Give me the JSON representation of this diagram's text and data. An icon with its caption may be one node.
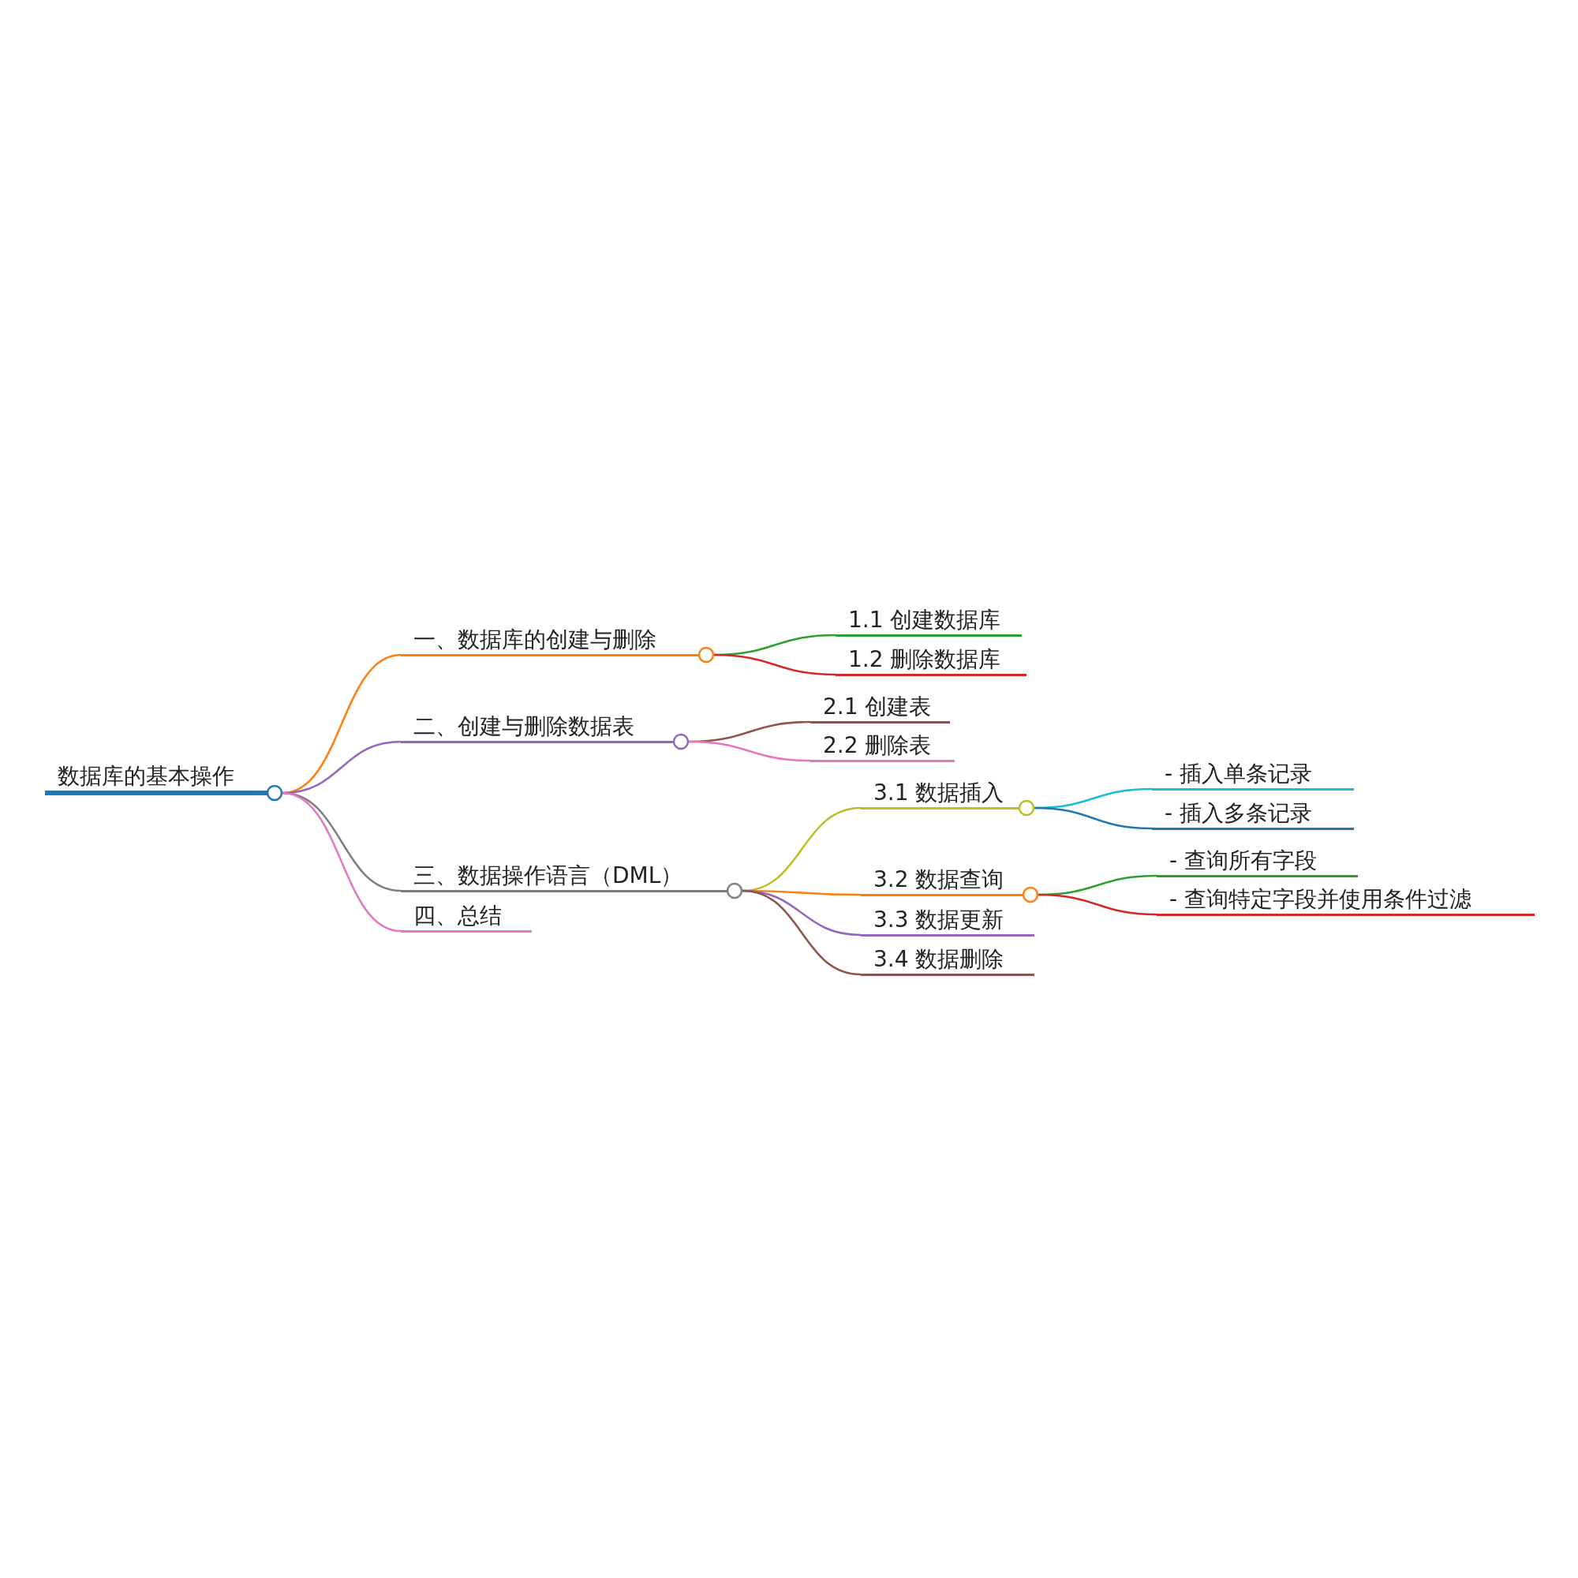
{
  "diagram": {
    "nodes": [
      {
        "text": [
          "数据库的基本操作"
        ]
      },
      {
        "text": [
          "一、数据库的创建与删除"
        ]
      },
      {
        "text": [
          "1.1 创建数据库"
        ]
      },
      {
        "text": [
          "1.2 删除数据库"
        ]
      },
      {
        "text": [
          "二、创建与删除数据表"
        ]
      },
      {
        "text": [
          "2.1 创建表"
        ]
      },
      {
        "text": [
          "2.2 删除表"
        ]
      },
      {
        "text": [
          "三、数据操作语言（DML）"
        ]
      },
      {
        "text": [
          "3.1 数据插入"
        ]
      },
      {
        "text": [
          "- 插入单条记录"
        ]
      },
      {
        "text": [
          "- 插入多条记录"
        ]
      },
      {
        "text": [
          "3.2 数据查询"
        ]
      },
      {
        "text": [
          "- 查询所有字段"
        ]
      },
      {
        "text": [
          "- 查询特定字段并使用条件过滤"
        ]
      },
      {
        "text": [
          "3.3 数据更新"
        ]
      },
      {
        "text": [
          "3.4 数据删除"
        ]
      },
      {
        "text": [
          "四、总结"
        ]
      }
    ],
    "edges": [
      {
        "from": 0,
        "to": 1,
        "arrow": "none",
        "color": "#ff7f0e"
      },
      {
        "from": 1,
        "to": 2,
        "arrow": "none",
        "color": "#2ca02c"
      },
      {
        "from": 1,
        "to": 3,
        "arrow": "none",
        "color": "#d62728"
      },
      {
        "from": 0,
        "to": 4,
        "arrow": "none",
        "color": "#9467bd"
      },
      {
        "from": 4,
        "to": 5,
        "arrow": "none",
        "color": "#8c564b"
      },
      {
        "from": 4,
        "to": 6,
        "arrow": "none",
        "color": "#e377c2"
      },
      {
        "from": 0,
        "to": 7,
        "arrow": "none",
        "color": "#7f7f7f"
      },
      {
        "from": 7,
        "to": 8,
        "arrow": "none",
        "color": "#bcbd22"
      },
      {
        "from": 8,
        "to": 9,
        "arrow": "none",
        "color": "#17becf"
      },
      {
        "from": 8,
        "to": 10,
        "arrow": "none",
        "color": "#1f77b4"
      },
      {
        "from": 7,
        "to": 11,
        "arrow": "none",
        "color": "#ff7f0e"
      },
      {
        "from": 11,
        "to": 12,
        "arrow": "none",
        "color": "#2ca02c"
      },
      {
        "from": 11,
        "to": 13,
        "arrow": "none",
        "color": "#d62728"
      },
      {
        "from": 7,
        "to": 14,
        "arrow": "none",
        "color": "#9467bd"
      },
      {
        "from": 7,
        "to": 15,
        "arrow": "none",
        "color": "#8c564b"
      },
      {
        "from": 0,
        "to": 16,
        "arrow": "none",
        "color": "#e377c2"
      }
    ]
  }
}
